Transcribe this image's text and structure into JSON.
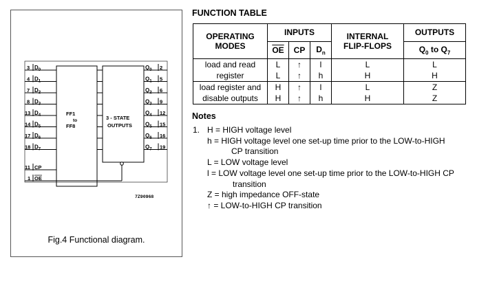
{
  "figure": {
    "caption": "Fig.4  Functional diagram.",
    "ff_block": [
      "FF1",
      "to",
      "FF8"
    ],
    "output_block": [
      "3 - STATE",
      "OUTPUTS"
    ],
    "code": "7Z90968",
    "d_inputs": [
      {
        "pin": "3",
        "label": "D",
        "sub": "0"
      },
      {
        "pin": "4",
        "label": "D",
        "sub": "1"
      },
      {
        "pin": "7",
        "label": "D",
        "sub": "2"
      },
      {
        "pin": "8",
        "label": "D",
        "sub": "3"
      },
      {
        "pin": "13",
        "label": "D",
        "sub": "4"
      },
      {
        "pin": "14",
        "label": "D",
        "sub": "5"
      },
      {
        "pin": "17",
        "label": "D",
        "sub": "6"
      },
      {
        "pin": "18",
        "label": "D",
        "sub": "7"
      }
    ],
    "q_outputs": [
      {
        "pin": "2",
        "label": "Q",
        "sub": "0"
      },
      {
        "pin": "5",
        "label": "Q",
        "sub": "1"
      },
      {
        "pin": "6",
        "label": "Q",
        "sub": "2"
      },
      {
        "pin": "9",
        "label": "Q",
        "sub": "3"
      },
      {
        "pin": "12",
        "label": "Q",
        "sub": "4"
      },
      {
        "pin": "15",
        "label": "Q",
        "sub": "5"
      },
      {
        "pin": "16",
        "label": "Q",
        "sub": "6"
      },
      {
        "pin": "19",
        "label": "Q",
        "sub": "7"
      }
    ],
    "cp": {
      "pin": "11",
      "label": "CP"
    },
    "oe": {
      "pin": "1",
      "label": "OE"
    }
  },
  "function_table": {
    "title": "FUNCTION TABLE",
    "headers": {
      "operating_modes": [
        "OPERATING",
        "MODES"
      ],
      "inputs": "INPUTS",
      "oe": "OE",
      "cp": "CP",
      "dn": "D",
      "dn_sub": "n",
      "internal": [
        "INTERNAL",
        "FLIP-FLOPS"
      ],
      "outputs": "OUTPUTS",
      "q_range": [
        "Q",
        "0",
        " to Q",
        "7"
      ]
    },
    "groups": [
      {
        "mode": [
          "load and read",
          "register"
        ],
        "oe": [
          "L",
          "L"
        ],
        "cp": [
          "↑",
          "↑"
        ],
        "dn": [
          "l",
          "h"
        ],
        "internal": [
          "L",
          "H"
        ],
        "outputs": [
          "L",
          "H"
        ]
      },
      {
        "mode": [
          "load register and",
          "disable outputs"
        ],
        "oe": [
          "H",
          "H"
        ],
        "cp": [
          "↑",
          "↑"
        ],
        "dn": [
          "l",
          "h"
        ],
        "internal": [
          "L",
          "H"
        ],
        "outputs": [
          "Z",
          "Z"
        ]
      }
    ]
  },
  "notes": {
    "title": "Notes",
    "number": "1.",
    "lines": [
      "H = HIGH voltage level",
      "h = HIGH voltage level one set-up time prior to the LOW-to-HIGH",
      "CP transition",
      "L = LOW voltage level",
      "l = LOW voltage level one set-up time prior to the LOW-to-HIGH CP",
      "transition",
      "Z = high impedance OFF-state",
      "↑ = LOW-to-HIGH CP transition"
    ]
  }
}
